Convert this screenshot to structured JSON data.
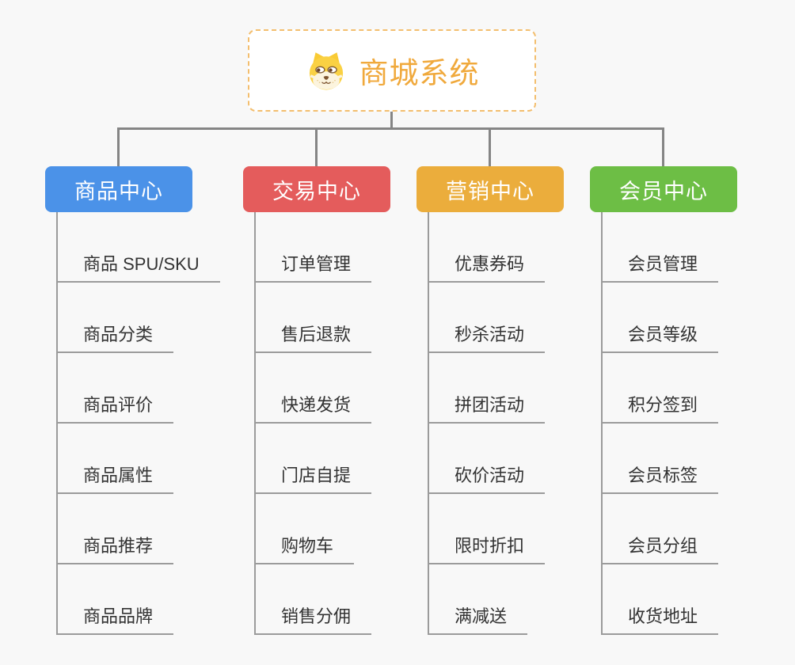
{
  "root": {
    "title": "商城系统",
    "icon": "dog-face",
    "accent_color": "#F0A93C",
    "border_color": "#F3BE6E"
  },
  "connectors": {
    "main_color": "#858585",
    "sub_color": "#9B9B9B"
  },
  "branches": [
    {
      "label": "商品中心",
      "color": "#4B92E8",
      "children": [
        "商品 SPU/SKU",
        "商品分类",
        "商品评价",
        "商品属性",
        "商品推荐",
        "商品品牌"
      ]
    },
    {
      "label": "交易中心",
      "color": "#E45C5C",
      "children": [
        "订单管理",
        "售后退款",
        "快递发货",
        "门店自提",
        "购物车",
        "销售分佣"
      ]
    },
    {
      "label": "营销中心",
      "color": "#EBAD3C",
      "children": [
        "优惠券码",
        "秒杀活动",
        "拼团活动",
        "砍价活动",
        "限时折扣",
        "满减送"
      ]
    },
    {
      "label": "会员中心",
      "color": "#6DBE45",
      "children": [
        "会员管理",
        "会员等级",
        "积分签到",
        "会员标签",
        "会员分组",
        "收货地址"
      ]
    }
  ]
}
